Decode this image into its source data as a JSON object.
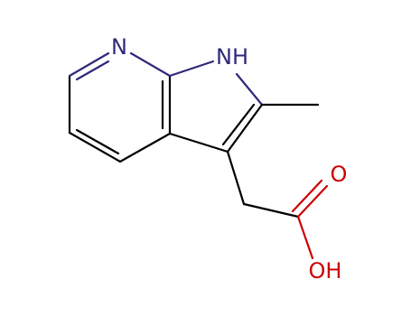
{
  "molecule": {
    "atoms": {
      "pyridine_n": "N",
      "pyrrole_nh": "NH",
      "carbonyl_o": "O",
      "hydroxyl_oh": "OH"
    },
    "colors": {
      "nitrogen": "#2e2a7a",
      "oxygen": "#cc0000",
      "carbon": "#000000"
    }
  }
}
